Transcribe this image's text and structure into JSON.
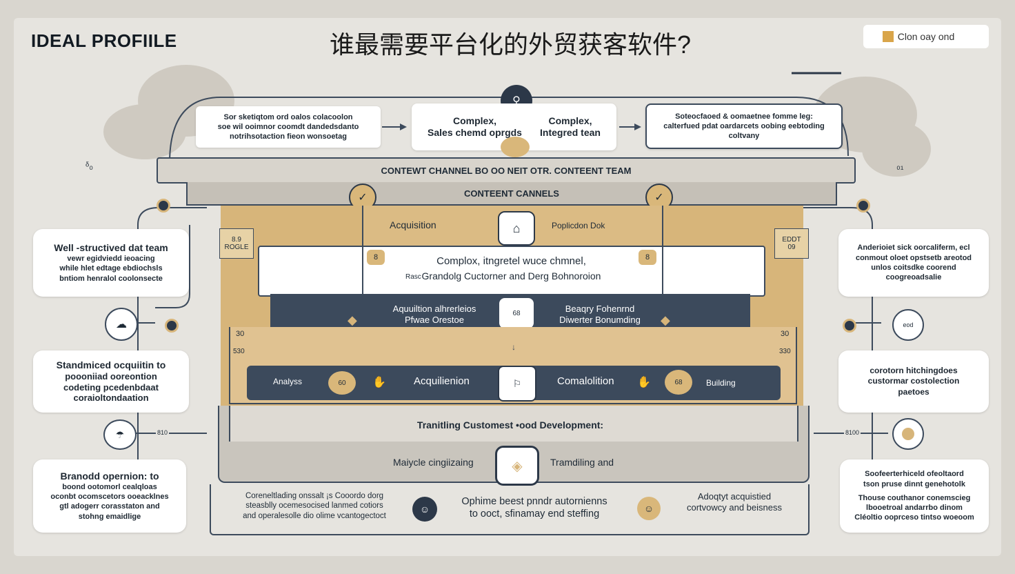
{
  "header": {
    "title": "IDEAL PROFIILE",
    "main_title": "谁最需要平台化的外贸获客软件?",
    "logo_text": "Clon   oay ond"
  },
  "top_row": {
    "left_box": [
      "Sor sketiqtom ord oalos colacoolon",
      "soe wil ooimnor coomdt dandedsdanto",
      "notrihsotaction fieon wonsoetag"
    ],
    "center_left": [
      "Complex,",
      "Sales chemd oprgds"
    ],
    "center_right": [
      "Complex,",
      "Integred tean"
    ],
    "right_box": [
      "Soteocfaoed & oomaetnee fomme leg:",
      "calterfued pdat oardarcets oobing eebtoding",
      "coltvany"
    ]
  },
  "bars": {
    "content_team": "CONTEWT CHANNEL BO OO NEIT OTR. CONTEENT TEAM",
    "content_channels": "CONTEENT CANNELS"
  },
  "tan_row": {
    "acquisition": "Acquisition",
    "poplication": "Poplicdon Dok",
    "left_tag": [
      "8.9",
      "ROGLE"
    ],
    "right_tag": [
      "EDDT",
      "09"
    ]
  },
  "white_band": {
    "line1": "Complox, itngretel wuce chmnel,",
    "line2": "Grandolg Cuctorner and Derg Bohnoroion",
    "prefix": "Rasc",
    "left_badge": "8",
    "right_badge": "8"
  },
  "dark_band": {
    "left": [
      "Aquuiltion alhrerleios",
      "Pfwae Orestoe"
    ],
    "right": [
      "Beaqry Fohenrnd",
      "Diwerter Bonumding"
    ],
    "center": "68"
  },
  "side_marks": {
    "left_top": "30",
    "right_top": "30",
    "left_mid": "530",
    "right_mid": "330"
  },
  "process_row": {
    "analyze": "Analyss",
    "acquisition": "Acquilienion",
    "completion": "Comalolition",
    "building": "Building",
    "left_icon_text": "60",
    "right_icon_text": "68"
  },
  "bottom_bar": {
    "title": "Tranitling Customest •ood Development:",
    "maycle": "Maiycle cingiizaing",
    "trambling": "Tramdiling and"
  },
  "bottom_text": {
    "left": [
      "Coreneltlading onssalt ¡s Cooordo dorg",
      "steasblly ocemesocised lanmed cotiors",
      "and operalesolle dio olime vcantogectoct"
    ],
    "center": [
      "Ophime beest pnndr autornienns",
      "to ooct, sfinamay end steffing"
    ],
    "right": [
      "Adoqtyt acquistied",
      "cortvowcy and beisness"
    ]
  },
  "left_cards": [
    {
      "title": "Well -structived dat team",
      "body": [
        "vewr egidviedd ieoacing",
        "while hlet edtage ebdiochsls",
        "bntiom henralol coolonsecte"
      ]
    },
    {
      "title": "Standmiced ocquiitin to",
      "body": [
        "poooniiad ooreontion",
        "codeting pcedenbdaat",
        "coraioltondaation"
      ]
    },
    {
      "title": "Branodd opernion: to",
      "body": [
        "boond ootomorl cealqloas",
        "oconbt ocomscetors ooeacklnes",
        "gtl adogerr corasstaton and",
        "stohng emaidlige"
      ]
    }
  ],
  "right_cards": [
    {
      "title": "",
      "body": [
        "Anderioiet sick oorcaliferm, ecl",
        "conmout oloet opstsetb areotod",
        "unlos coitsdke coorend",
        "coogreoadsalie"
      ]
    },
    {
      "title": "",
      "body": [
        "corotorn hitchingdoes",
        "custormar costolection",
        "paetoes"
      ]
    },
    {
      "title": "",
      "body": [
        "Soofeerterhiceld ofeoltaord",
        "tson pruse dinnt genehotolk",
        "Thouse couthanor conemscieg",
        "lbooetroal andarrbo dinom",
        "Cléoltio ooprceso tintso woeoom"
      ]
    }
  ],
  "left_tags": {
    "mid": "810"
  },
  "right_tags": {
    "mid": "8100",
    "small": "eod"
  },
  "misc": {
    "left_glyph": "ᵟ₀",
    "right_glyph": "₀₁",
    "tiny_mark": "↓"
  }
}
